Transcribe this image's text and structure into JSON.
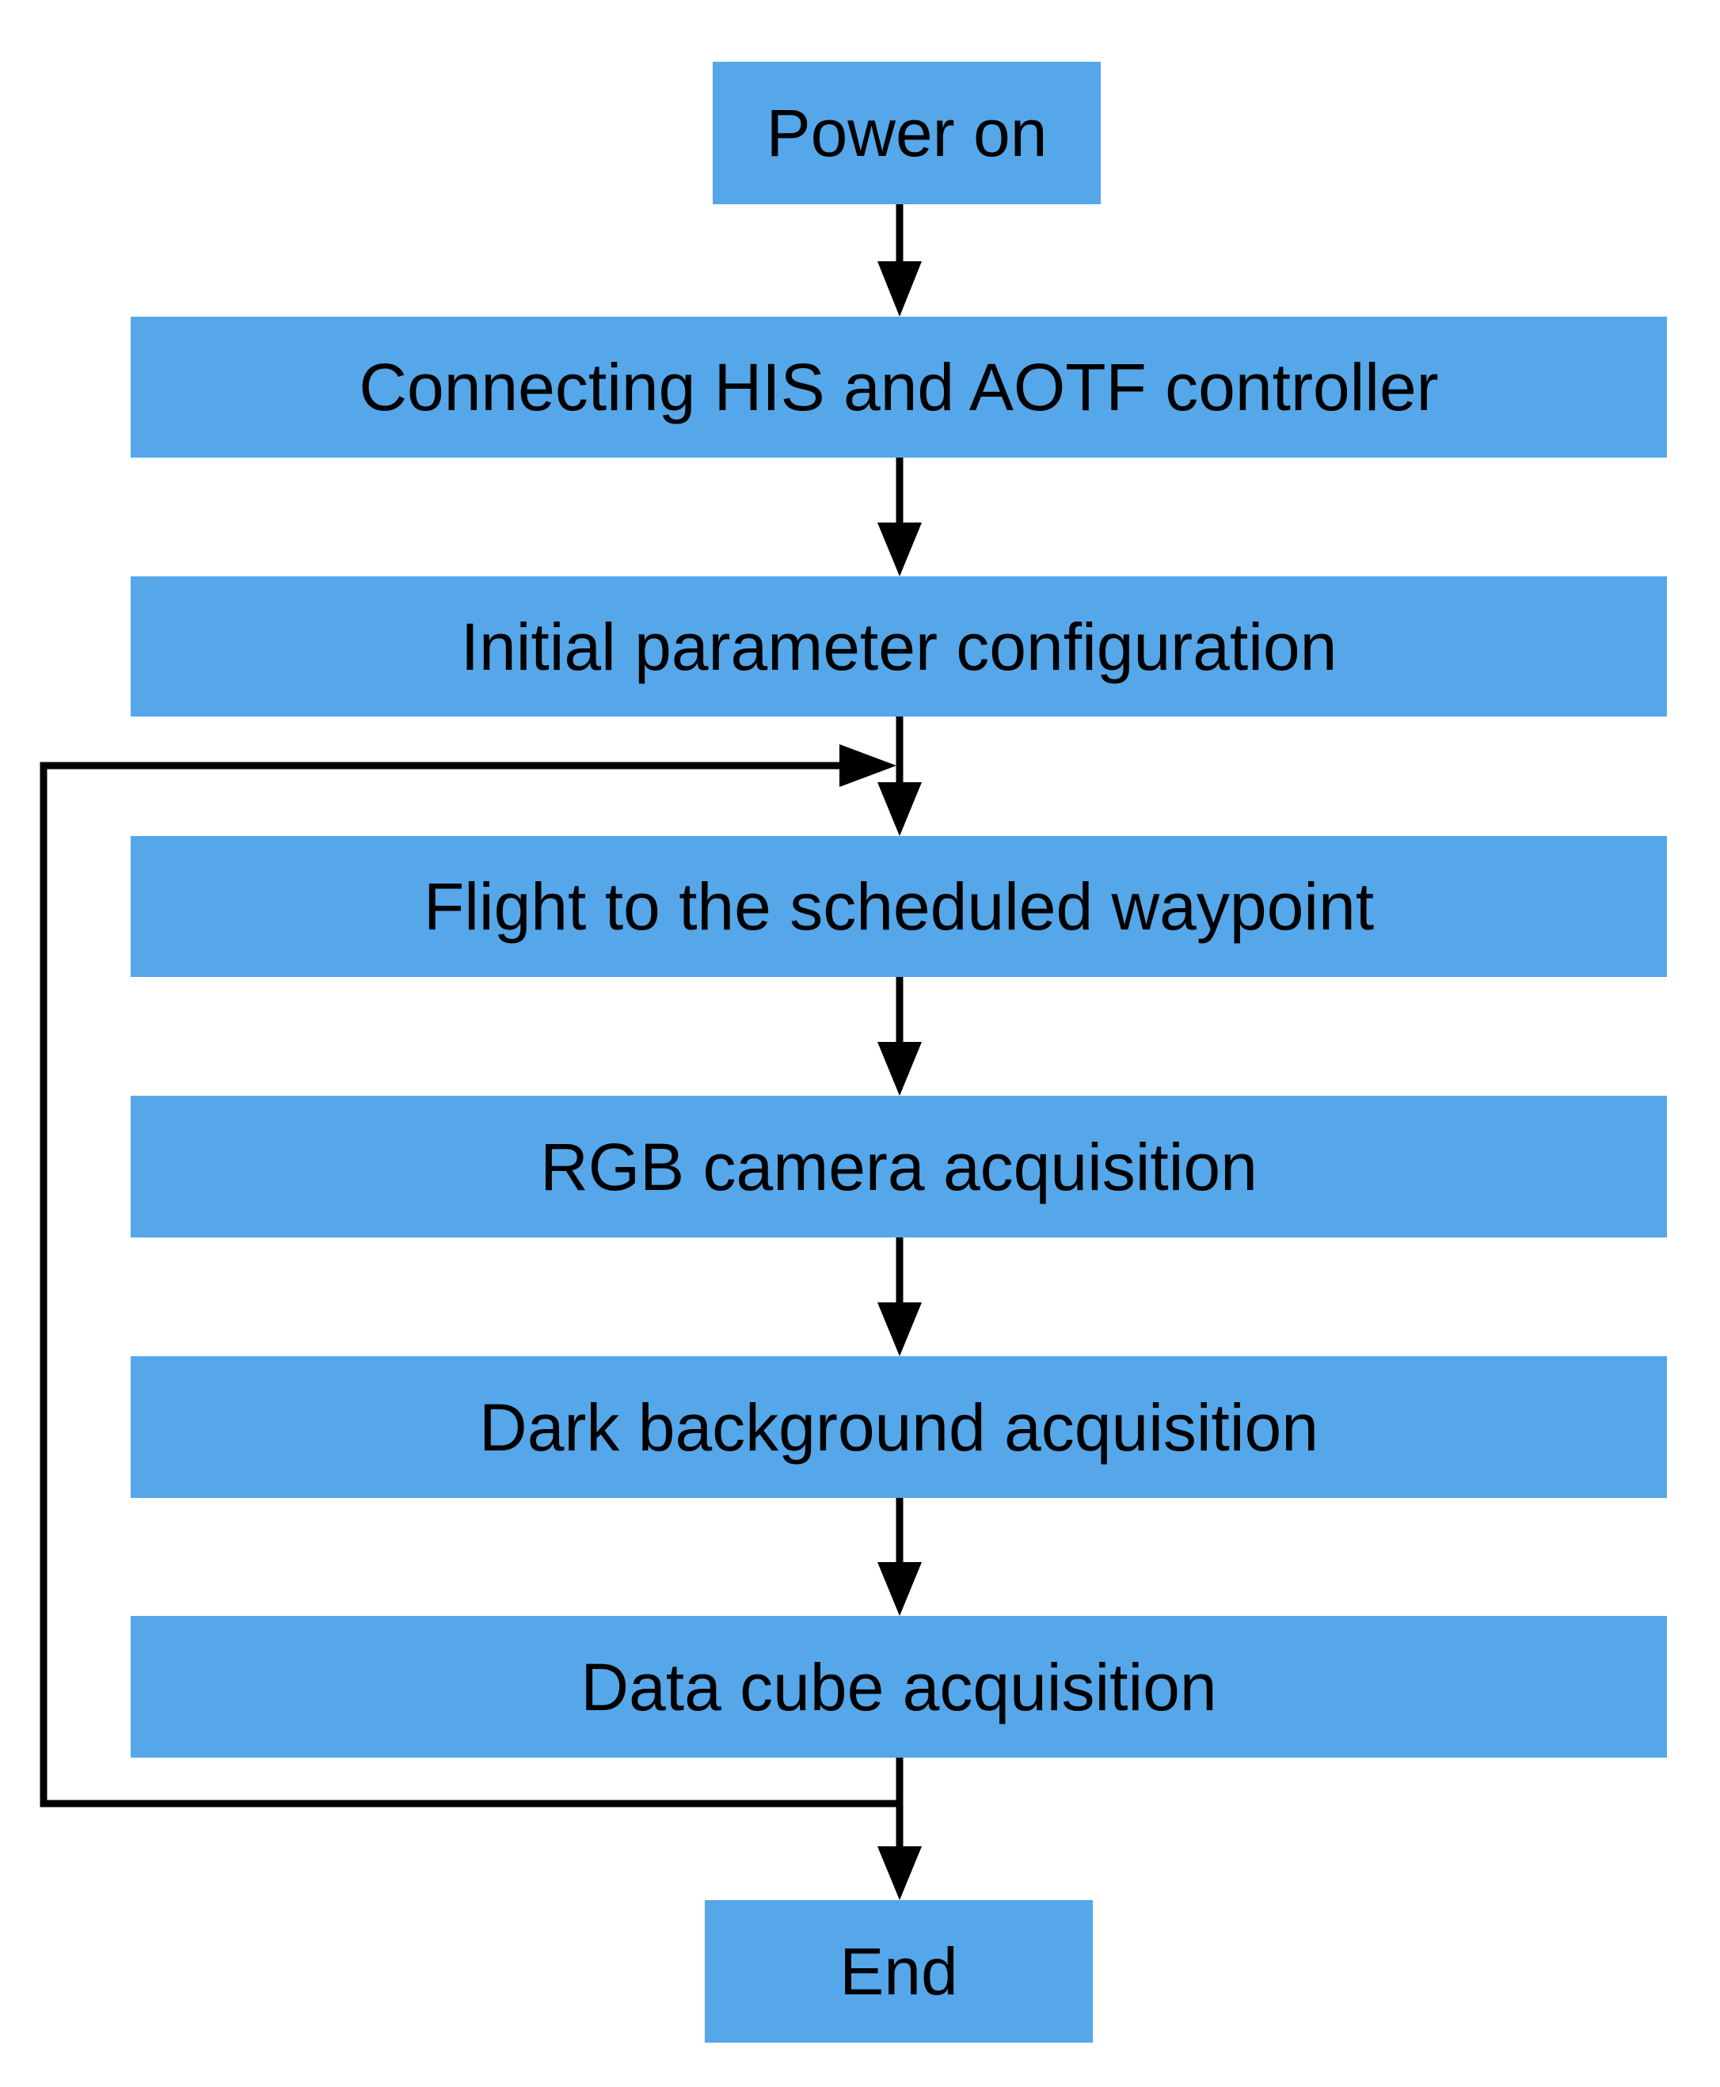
{
  "flowchart": {
    "steps": [
      {
        "id": "power-on",
        "label": "Power on"
      },
      {
        "id": "connect",
        "label": "Connecting HIS and AOTF controller"
      },
      {
        "id": "init-config",
        "label": "Initial parameter configuration"
      },
      {
        "id": "flight",
        "label": "Flight to the scheduled waypoint"
      },
      {
        "id": "rgb",
        "label": "RGB camera acquisition"
      },
      {
        "id": "dark",
        "label": "Dark background acquisition"
      },
      {
        "id": "datacube",
        "label": "Data cube acquisition"
      },
      {
        "id": "end",
        "label": "End"
      }
    ],
    "loop": {
      "from": "datacube",
      "to": "flight"
    }
  },
  "colors": {
    "node_fill": "#55a7ea",
    "line": "#000000",
    "text": "#000000"
  }
}
